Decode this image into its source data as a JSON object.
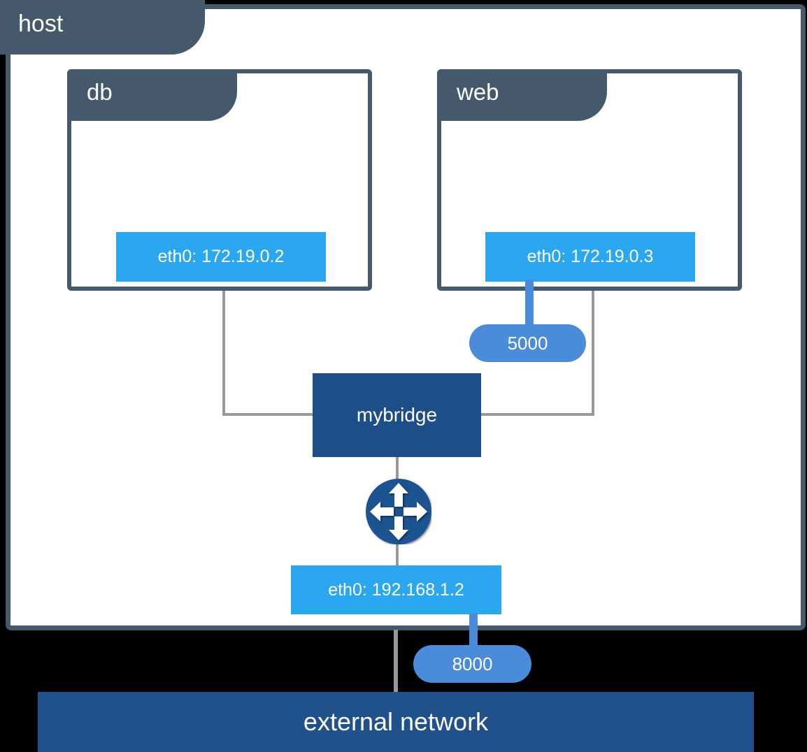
{
  "host": {
    "label": "host"
  },
  "containers": {
    "db": {
      "title": "db",
      "interface_label": "eth0: 172.19.0.2"
    },
    "web": {
      "title": "web",
      "interface_label": "eth0: 172.19.0.3",
      "published_port": "5000"
    }
  },
  "bridge": {
    "label": "mybridge"
  },
  "host_interface": {
    "label": "eth0: 192.168.1.2",
    "published_port": "8000"
  },
  "external_network": {
    "label": "external network"
  },
  "icons": {
    "router": "router-arrows-icon"
  },
  "colors": {
    "slate": "#46586B",
    "bright_blue": "#2BA7F0",
    "medium_blue": "#4A8CD9",
    "bridge_navy": "#1E4E87",
    "router_blue": "#1D5291",
    "external_blue": "#20518A",
    "line_gray": "#999999"
  }
}
